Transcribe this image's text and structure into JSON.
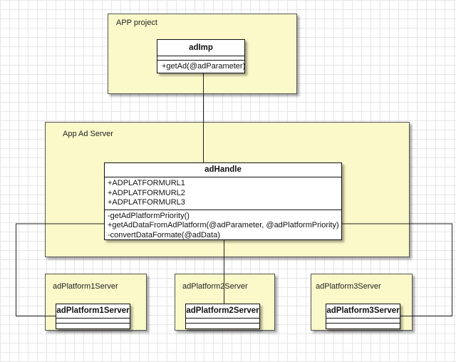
{
  "packages": {
    "app_project": "APP project",
    "app_ad_server": "App Ad Server",
    "platform1": "adPlatform1Server",
    "platform2": "adPlatform2Server",
    "platform3": "adPlatform3Server"
  },
  "classes": {
    "adimp": {
      "name": "adImp",
      "operations": [
        "+getAd(@adParameter)"
      ]
    },
    "adhandle": {
      "name": "adHandle",
      "attributes": [
        "+ADPLATFORMURL1",
        "+ADPLATFORMURL2",
        "+ADPLATFORMURL3"
      ],
      "operations": [
        "-getAdPlatformPriority()",
        "+getAdDataFromAdPlatform(@adParameter, @adPlatformPriority)",
        "-convertDataFormate(@adData)"
      ]
    },
    "platform1": {
      "name": "adPlatform1Server"
    },
    "platform2": {
      "name": "adPlatform2Server"
    },
    "platform3": {
      "name": "adPlatform3Server"
    }
  }
}
